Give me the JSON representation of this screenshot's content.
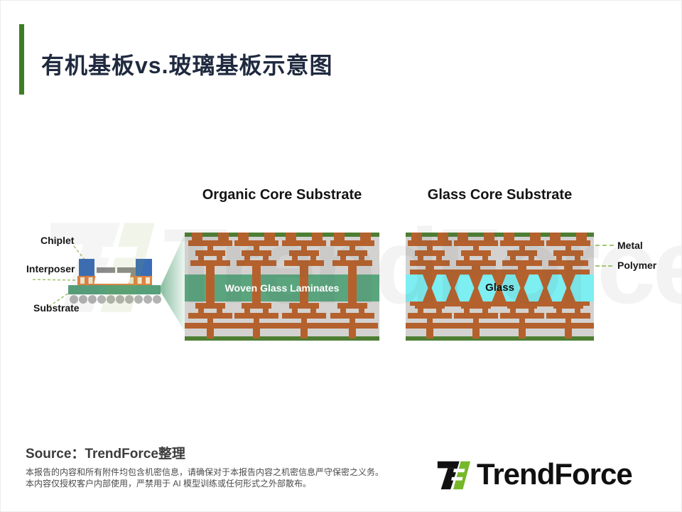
{
  "slide_title": "有机基板vs.玻璃基板示意图",
  "package_diagram": {
    "chiplet_label": "Chiplet",
    "interposer_label": "Interposer",
    "substrate_label": "Substrate"
  },
  "organic_diagram": {
    "heading": "Organic Core Substrate",
    "core_label": "Woven Glass Laminates"
  },
  "glass_diagram": {
    "heading": "Glass Core Substrate",
    "core_label": "Glass",
    "metal_label": "Metal",
    "polymer_label": "Polymer"
  },
  "footer": {
    "source": "Source：TrendForce整理",
    "disclaimer_line1": "本报告的内容和所有附件均包含机密信息，请确保对于本报告内容之机密信息严守保密之义务。",
    "disclaimer_line2": "本内容仅授权客户内部使用，严禁用于 AI 模型训练或任何形式之外部散布。",
    "brand_name": "TrendForce"
  },
  "watermark": {
    "text": "TrendForce"
  },
  "colors": {
    "accent_green": "#3e7d27",
    "title_navy": "#1f2a3f",
    "copper": "#b5612d",
    "body_gray": "#d3d2d0",
    "laminate_green": "#5ba57e",
    "glass_cyan": "#7deef2",
    "edge_green": "#4e7e33",
    "chiplet_blue": "#3a6db6",
    "die_gray": "#8b8b8b",
    "interposer_orange": "#e0823f",
    "bump_cream": "#f3ead0",
    "substrate_green": "#56a07a",
    "ball_gray": "#b3b3b3",
    "leader_green": "#a3c573",
    "logo_green": "#76b82a"
  }
}
